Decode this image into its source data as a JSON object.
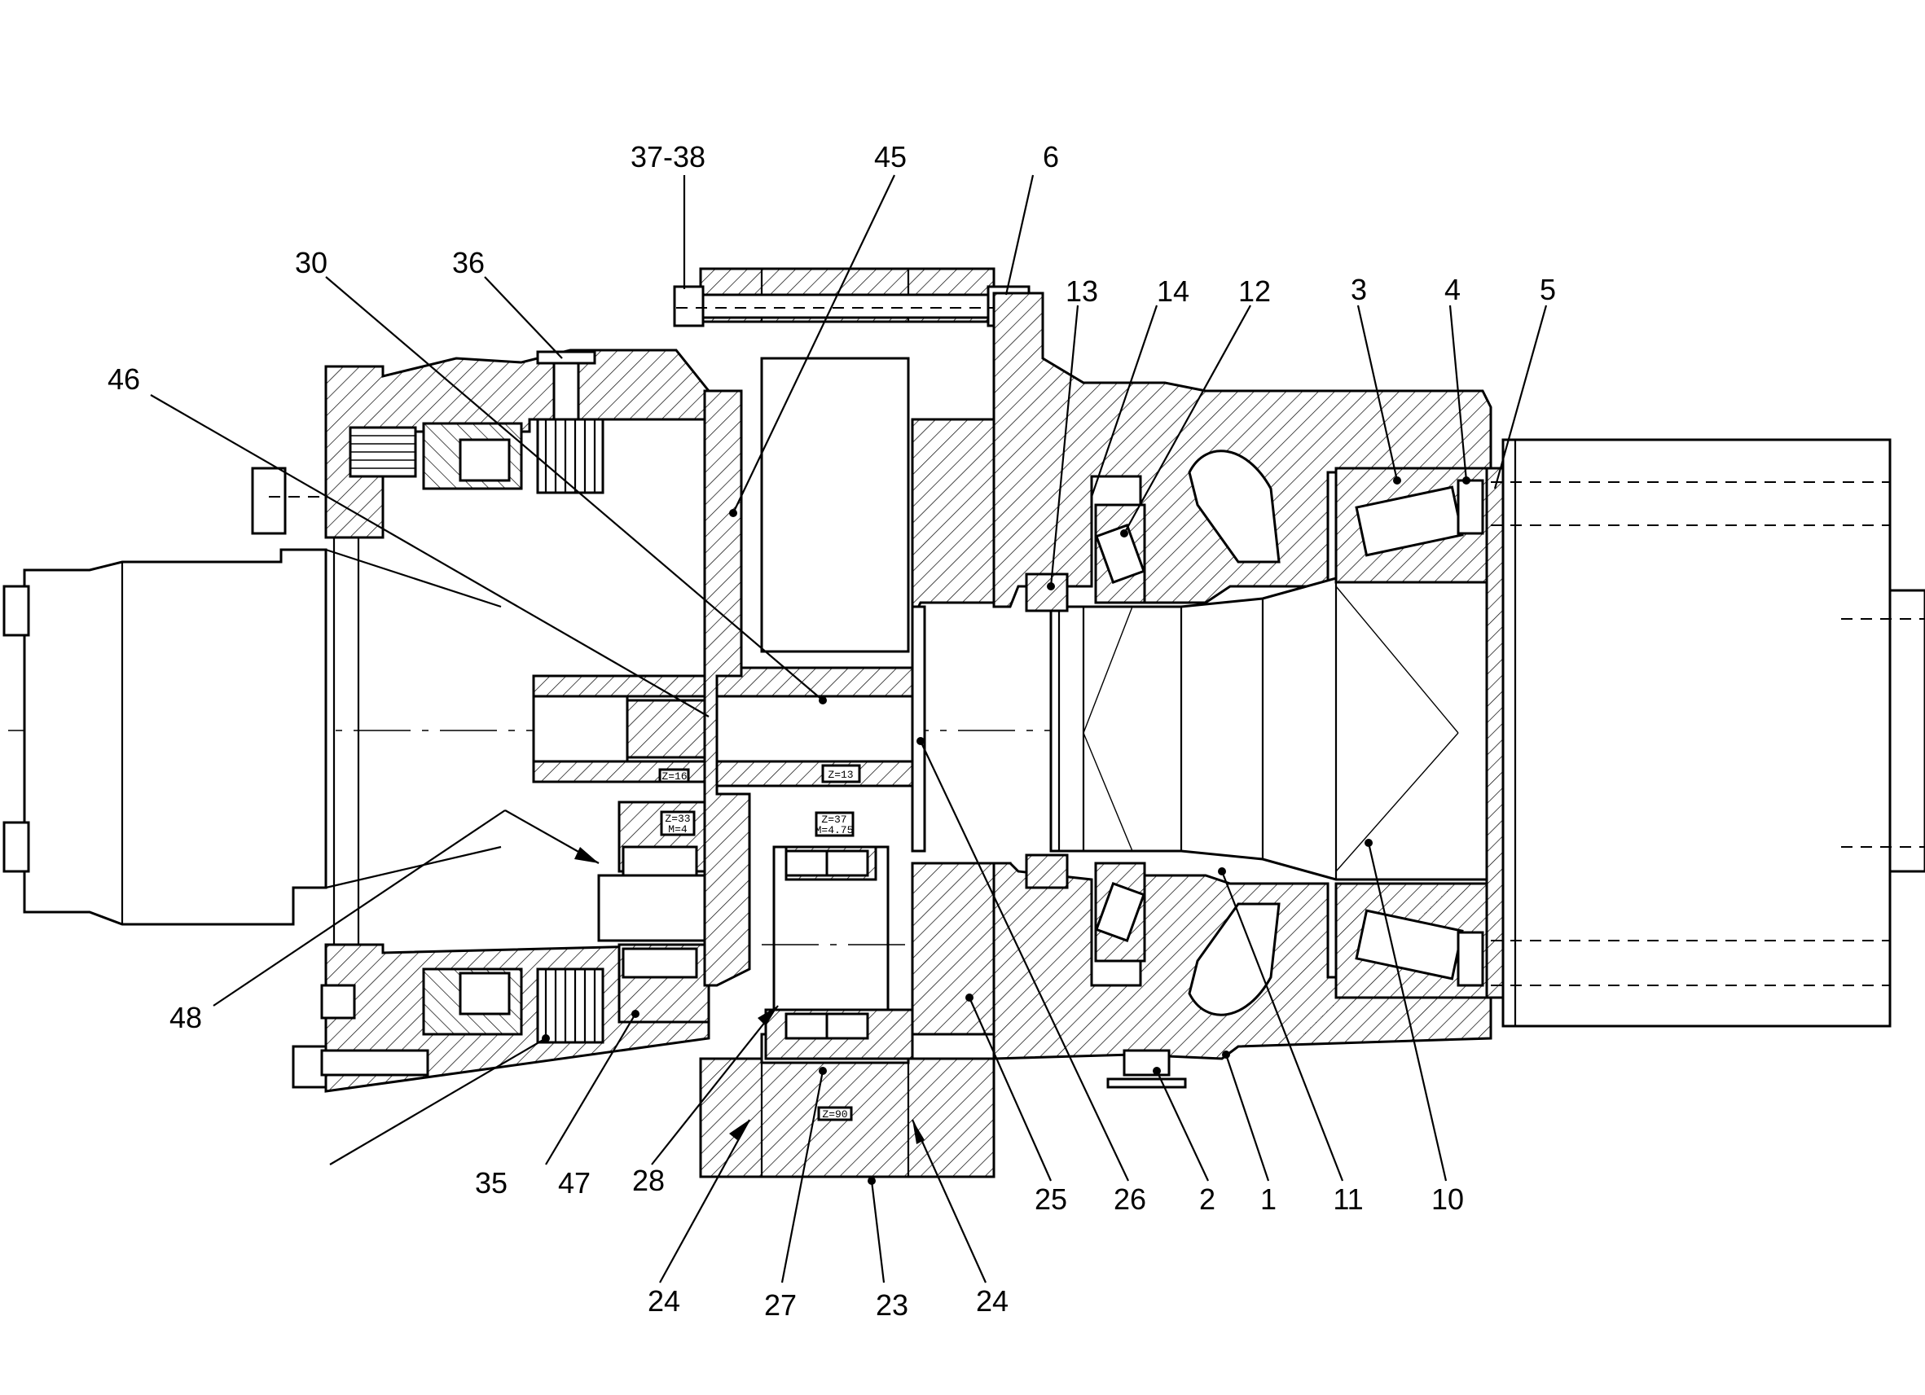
{
  "callouts": [
    {
      "id": "37-38",
      "text": "37-38"
    },
    {
      "id": "45",
      "text": "45"
    },
    {
      "id": "6",
      "text": "6"
    },
    {
      "id": "30",
      "text": "30"
    },
    {
      "id": "36",
      "text": "36"
    },
    {
      "id": "13",
      "text": "13"
    },
    {
      "id": "14",
      "text": "14"
    },
    {
      "id": "12",
      "text": "12"
    },
    {
      "id": "3",
      "text": "3"
    },
    {
      "id": "4",
      "text": "4"
    },
    {
      "id": "5",
      "text": "5"
    },
    {
      "id": "46",
      "text": "46"
    },
    {
      "id": "48",
      "text": "48"
    },
    {
      "id": "35",
      "text": "35"
    },
    {
      "id": "47",
      "text": "47"
    },
    {
      "id": "28",
      "text": "28"
    },
    {
      "id": "25",
      "text": "25"
    },
    {
      "id": "26",
      "text": "26"
    },
    {
      "id": "2",
      "text": "2"
    },
    {
      "id": "1",
      "text": "1"
    },
    {
      "id": "11",
      "text": "11"
    },
    {
      "id": "10",
      "text": "10"
    },
    {
      "id": "24a",
      "text": "24"
    },
    {
      "id": "27",
      "text": "27"
    },
    {
      "id": "23",
      "text": "23"
    },
    {
      "id": "24b",
      "text": "24"
    }
  ],
  "gear_tags": {
    "z16": "Z=16",
    "z13": "Z=13",
    "z33": "Z=33",
    "m4": "M=4",
    "z37": "Z=37",
    "m475": "M=4.75",
    "z90": "Z=90"
  }
}
